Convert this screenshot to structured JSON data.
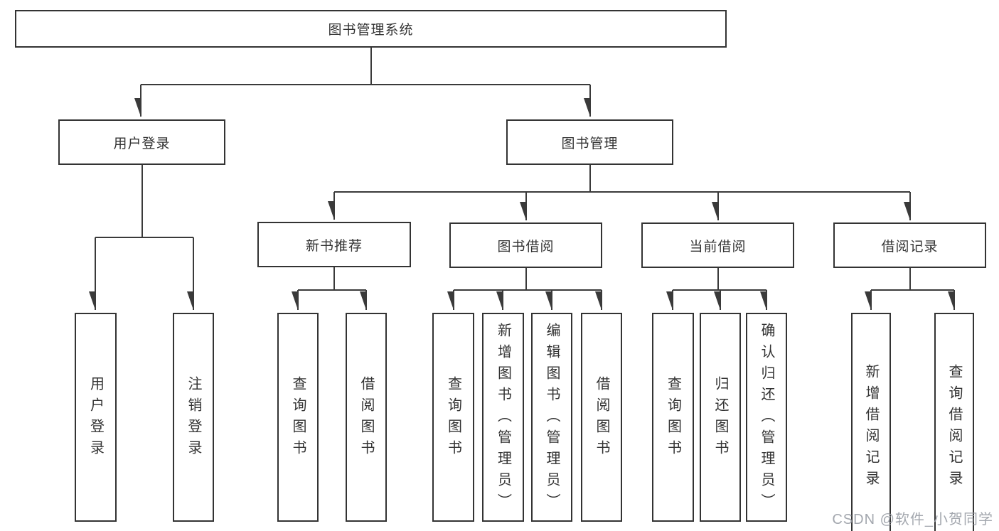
{
  "tree": {
    "root": "图书管理系统",
    "branches": [
      {
        "label": "用户登录",
        "children": [
          "用户登录",
          "注销登录"
        ]
      },
      {
        "label": "图书管理",
        "sections": [
          {
            "label": "新书推荐",
            "children": [
              "查询图书",
              "借阅图书"
            ]
          },
          {
            "label": "图书借阅",
            "children": [
              "查询图书",
              "新增图书（管理员）",
              "编辑图书（管理员）",
              "借阅图书"
            ]
          },
          {
            "label": "当前借阅",
            "children": [
              "查询图书",
              "归还图书",
              "确认归还（管理员）"
            ]
          },
          {
            "label": "借阅记录",
            "children": [
              "新增借阅记录",
              "查询借阅记录"
            ]
          }
        ]
      }
    ]
  },
  "watermark": {
    "text": "CSDN @软件_小贺同学"
  },
  "colors": {
    "background": "#ffffff",
    "box_border": "#333333",
    "connector": "#3a3a3a",
    "text": "#333333",
    "watermark": "#b0b4ba"
  }
}
